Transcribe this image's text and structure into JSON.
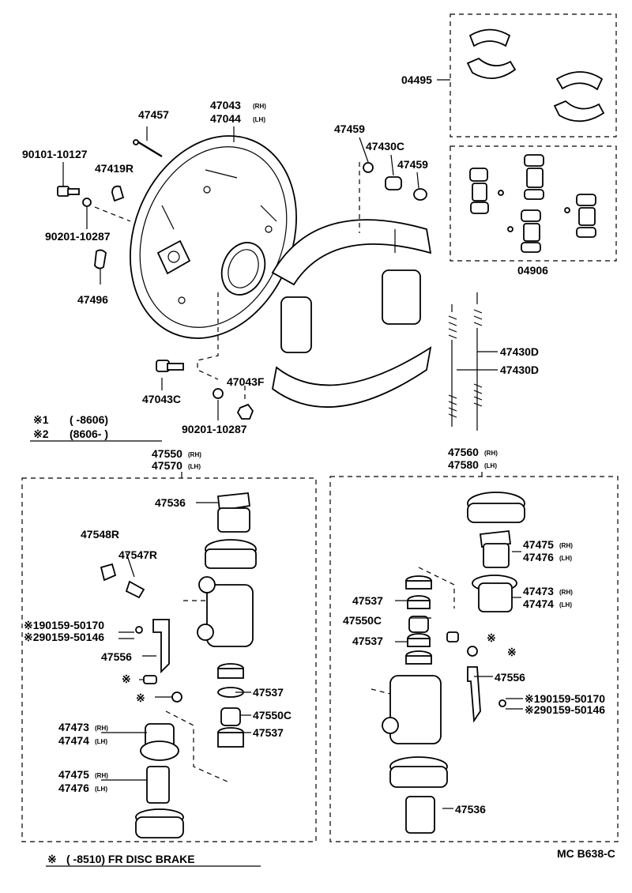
{
  "labels": {
    "kit_shoes": "04495",
    "kit_cylinder": "04906",
    "plate_pin": "47457",
    "backing_rh": "47043",
    "backing_lh": "47044",
    "suffix_rh": "(RH)",
    "suffix_lh": "(LH)",
    "bolt1": "90101-10127",
    "plug": "47419R",
    "washer1": "90201-10287",
    "grommet": "47496",
    "cup_47459a": "47459",
    "spring_47430c": "47430C",
    "cup_47459b": "47459",
    "spring_d1": "47430D",
    "spring_d2": "47430D",
    "bolt2": "47043C",
    "nut": "47043F",
    "washer2": "90201-10287",
    "cyl_left_rh": "47550",
    "cyl_left_lh": "47570",
    "cyl_right_rh": "47560",
    "cyl_right_lh": "47580",
    "left_47536": "47536",
    "left_47548r": "47548R",
    "left_47547r": "47547R",
    "left_bolt_a": "※190159-50170",
    "left_bolt_b": "※290159-50146",
    "left_47556": "47556",
    "left_47537a": "47537",
    "left_47550c": "47550C",
    "left_47537b": "47537",
    "left_47473": "47473",
    "left_47474": "47474",
    "left_47475": "47475",
    "left_47476": "47476",
    "right_47475": "47475",
    "right_47476": "47476",
    "right_47537a": "47537",
    "right_47473": "47473",
    "right_47474": "47474",
    "right_47550c": "47550C",
    "right_47537b": "47537",
    "right_47556": "47556",
    "right_bolt_a": "※190159-50170",
    "right_bolt_b": "※290159-50146",
    "right_47536": "47536",
    "asterisk": "※"
  },
  "notes": {
    "note1_mark": "※1",
    "note1_text": "(      -8606)",
    "note2_mark": "※2",
    "note2_text": "(8606-      )",
    "footer_mark": "※",
    "footer_text": "(      -8510) FR DISC BRAKE",
    "drawing_code": "MC B638-C"
  }
}
